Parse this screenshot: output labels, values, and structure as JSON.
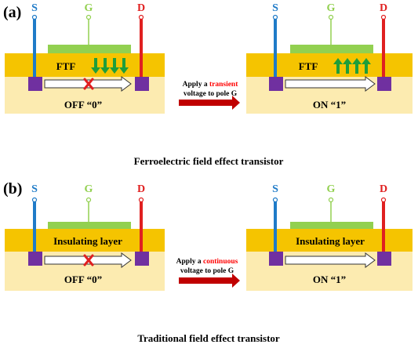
{
  "colors": {
    "substrate": "#FCEBB0",
    "oxide": "#F5C400",
    "gate": "#92D050",
    "contact": "#7030A0",
    "source": "#1F7BC8",
    "drain": "#E02020",
    "arrow_red": "#C00000",
    "polarization": "#1E9E3A",
    "channel_fill": "#FFFFFF",
    "text": "#000000",
    "accent_text": "#FF0000"
  },
  "panel_a": {
    "label": "(a)",
    "terminal_s": "S",
    "terminal_g": "G",
    "terminal_d": "D",
    "layer_label": "FTF",
    "state_off": "OFF “0”",
    "state_on": "ON “1”",
    "arrow_text_pre": "Apply a ",
    "arrow_text_highlight": "transient",
    "arrow_text_line2": "voltage to pole G",
    "polarization_before": "down-arrows",
    "polarization_after": "up-arrows",
    "caption": "Ferroelectric field effect transistor"
  },
  "panel_b": {
    "label": "(b)",
    "terminal_s": "S",
    "terminal_g": "G",
    "terminal_d": "D",
    "layer_label": "Insulating layer",
    "state_off": "OFF “0”",
    "state_on": "ON “1”",
    "arrow_text_pre": "Apply a ",
    "arrow_text_highlight": "continuous",
    "arrow_text_line2": "voltage to pole G",
    "caption": "Traditional field effect transistor"
  }
}
